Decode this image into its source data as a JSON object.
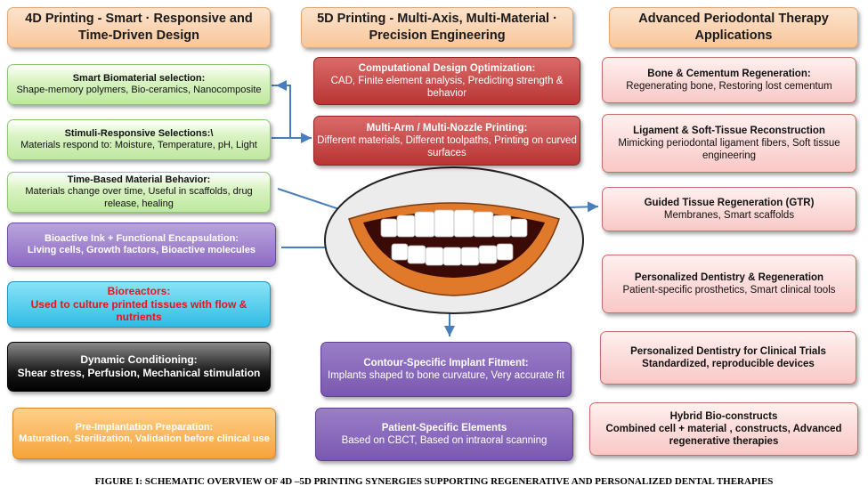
{
  "headers": {
    "left": "4D Printing - Smart · Responsive and Time-Driven Design",
    "middle": "5D Printing - Multi-Axis, Multi-Material · Precision Engineering",
    "right": "Advanced Periodontal Therapy Applications"
  },
  "left_boxes": [
    {
      "title": "Smart Biomaterial selection:",
      "body": "Shape-memory polymers, Bio-ceramics, Nanocomposite"
    },
    {
      "title": "Stimuli-Responsive Selections:\\",
      "body": "Materials respond to: Moisture, Temperature, pH, Light"
    },
    {
      "title": "Time-Based Material Behavior:",
      "body": "Materials change over time, Useful in scaffolds, drug release, healing"
    },
    {
      "title": "Bioactive Ink + Functional Encapsulation:",
      "body": "Living cells, Growth factors, Bioactive molecules"
    },
    {
      "title": "Bioreactors:",
      "body": "Used to culture printed tissues with flow & nutrients"
    },
    {
      "title": "Dynamic Conditioning:",
      "body": "Shear stress, Perfusion, Mechanical stimulation"
    },
    {
      "title": "Pre-Implantation Preparation:",
      "body": "Maturation, Sterilization, Validation before clinical use"
    }
  ],
  "middle_boxes": [
    {
      "title": "Computational Design Optimization:",
      "body": "CAD, Finite element analysis, Predicting strength & behavior"
    },
    {
      "title": "Multi-Arm / Multi-Nozzle Printing:",
      "body": "Different materials, Different toolpaths, Printing on curved surfaces"
    },
    {
      "title": "Contour-Specific Implant Fitment:",
      "body": "Implants shaped to bone curvature, Very accurate fit"
    },
    {
      "title": "Patient-Specific Elements",
      "body": "Based on CBCT, Based on intraoral scanning"
    }
  ],
  "right_boxes": [
    {
      "title": "Bone & Cementum Regeneration:",
      "body": "Regenerating bone, Restoring lost cementum"
    },
    {
      "title": "Ligament & Soft-Tissue Reconstruction",
      "body": "Mimicking periodontal ligament fibers, Soft tissue engineering"
    },
    {
      "title": "Guided Tissue Regeneration (GTR)",
      "body": "Membranes, Smart scaffolds"
    },
    {
      "title": "Personalized Dentistry & Regeneration",
      "body": "Patient-specific prosthetics, Smart clinical tools"
    },
    {
      "title": "Personalized Dentistry for Clinical Trials",
      "body": "Standardized, reproducible devices"
    },
    {
      "title": "Hybrid Bio-constructs",
      "body": "Combined cell + material , constructs, Advanced regenerative therapies"
    }
  ],
  "center_icon": "smiling-mouth-icon",
  "caption": "FIGURE I: SCHEMATIC OVERVIEW OF 4D –5D PRINTING SYNERGIES SUPPORTING REGENERATIVE AND PERSONALIZED DENTAL THERAPIES",
  "colors": {
    "arrow": "#4a7ebb",
    "red_box": "#b83534",
    "purple_box": "#8e6ac4",
    "header": "#f8c69a",
    "pink_box": "#f9c8c6",
    "green_box": "#c8ecaa"
  }
}
